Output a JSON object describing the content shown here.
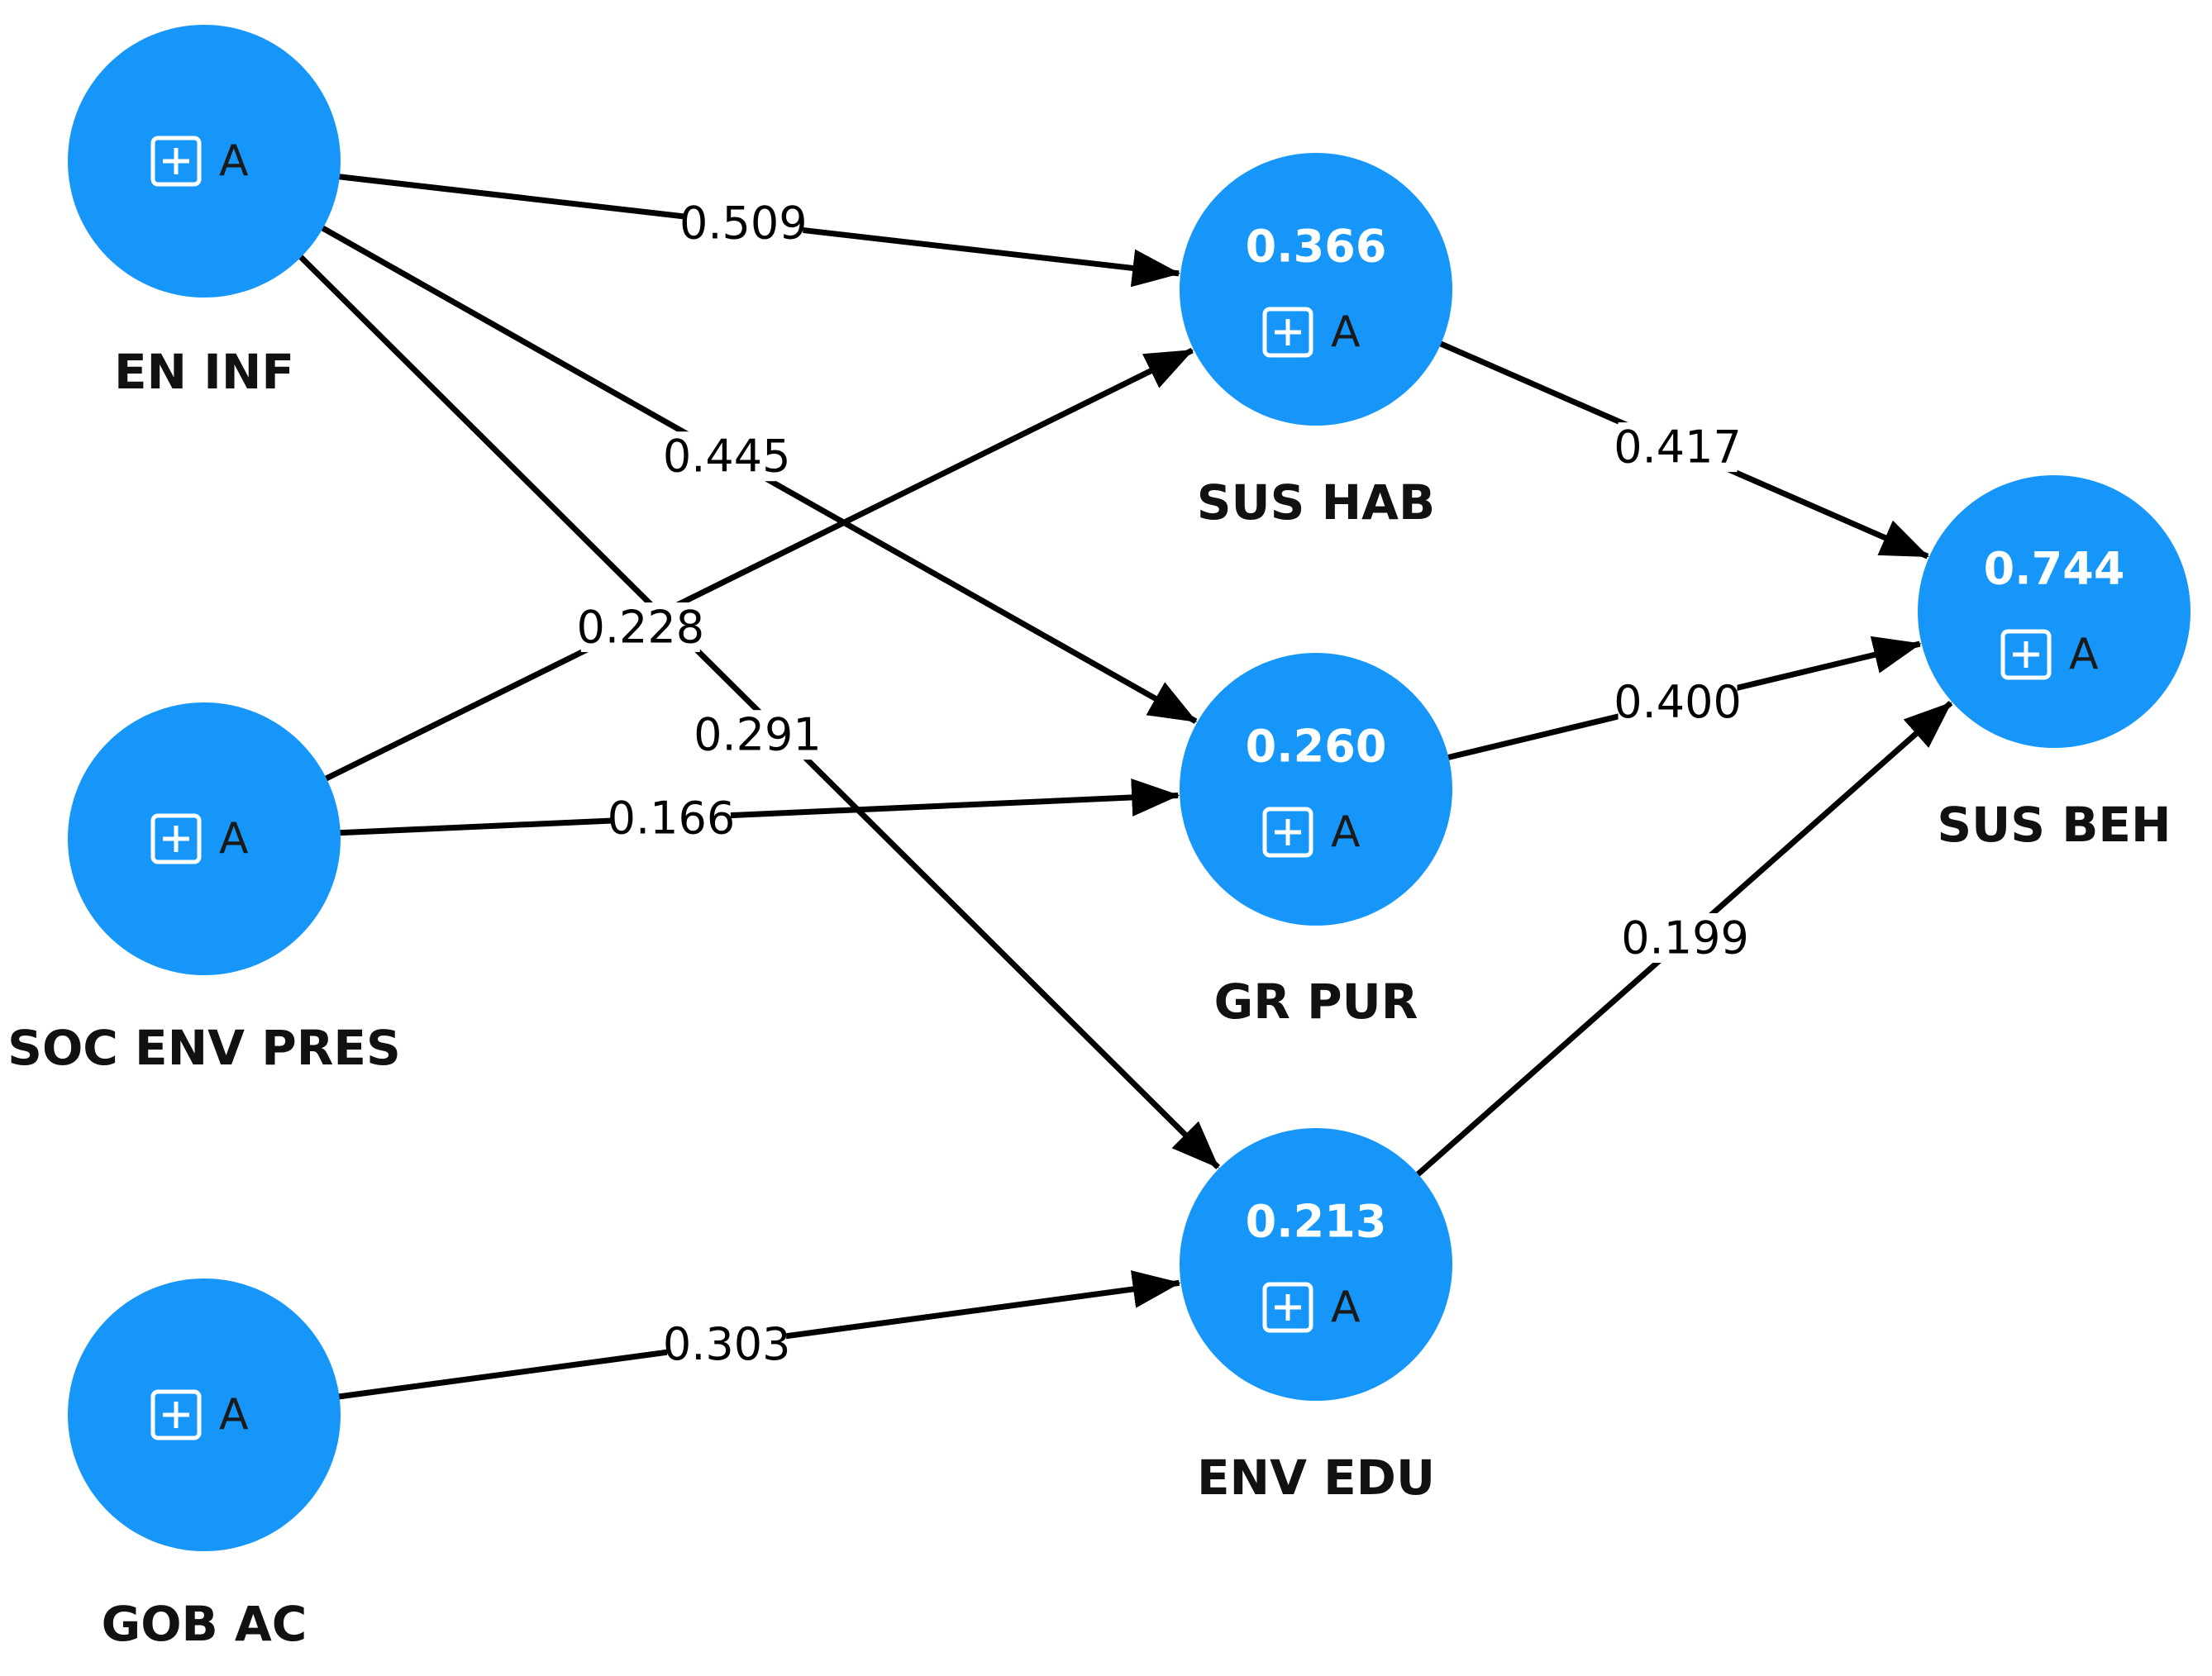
{
  "colors": {
    "node_fill": "#1596F8",
    "node_value_text": "#ffffff",
    "arrow": "#000000",
    "label_text": "#111111"
  },
  "nodes": [
    {
      "id": "EN_INF",
      "label": "EN INF",
      "value": "",
      "badge": "A",
      "icon": "expand-plus-icon"
    },
    {
      "id": "SOC_ENV_PRES",
      "label": "SOC ENV PRES",
      "value": "",
      "badge": "A",
      "icon": "expand-plus-icon"
    },
    {
      "id": "GOB_AC",
      "label": "GOB AC",
      "value": "",
      "badge": "A",
      "icon": "expand-plus-icon"
    },
    {
      "id": "SUS_HAB",
      "label": "SUS HAB",
      "value": "0.366",
      "badge": "A",
      "icon": "expand-plus-icon"
    },
    {
      "id": "GR_PUR",
      "label": "GR PUR",
      "value": "0.260",
      "badge": "A",
      "icon": "expand-plus-icon"
    },
    {
      "id": "ENV_EDU",
      "label": "ENV EDU",
      "value": "0.213",
      "badge": "A",
      "icon": "expand-plus-icon"
    },
    {
      "id": "SUS_BEH",
      "label": "SUS BEH",
      "value": "0.744",
      "badge": "A",
      "icon": "expand-plus-icon"
    }
  ],
  "paths": [
    {
      "from": "EN_INF",
      "to": "SUS_HAB",
      "coefficient": "0.509"
    },
    {
      "from": "EN_INF",
      "to": "GR_PUR",
      "coefficient": "0.445"
    },
    {
      "from": "SOC_ENV_PRES",
      "to": "SUS_HAB",
      "coefficient": "0.228"
    },
    {
      "from": "EN_INF",
      "to": "ENV_EDU",
      "coefficient": "0.291"
    },
    {
      "from": "SOC_ENV_PRES",
      "to": "GR_PUR",
      "coefficient": "0.166"
    },
    {
      "from": "GOB_AC",
      "to": "ENV_EDU",
      "coefficient": "0.303"
    },
    {
      "from": "SUS_HAB",
      "to": "SUS_BEH",
      "coefficient": "0.417"
    },
    {
      "from": "GR_PUR",
      "to": "SUS_BEH",
      "coefficient": "0.400"
    },
    {
      "from": "ENV_EDU",
      "to": "SUS_BEH",
      "coefficient": "0.199"
    }
  ]
}
